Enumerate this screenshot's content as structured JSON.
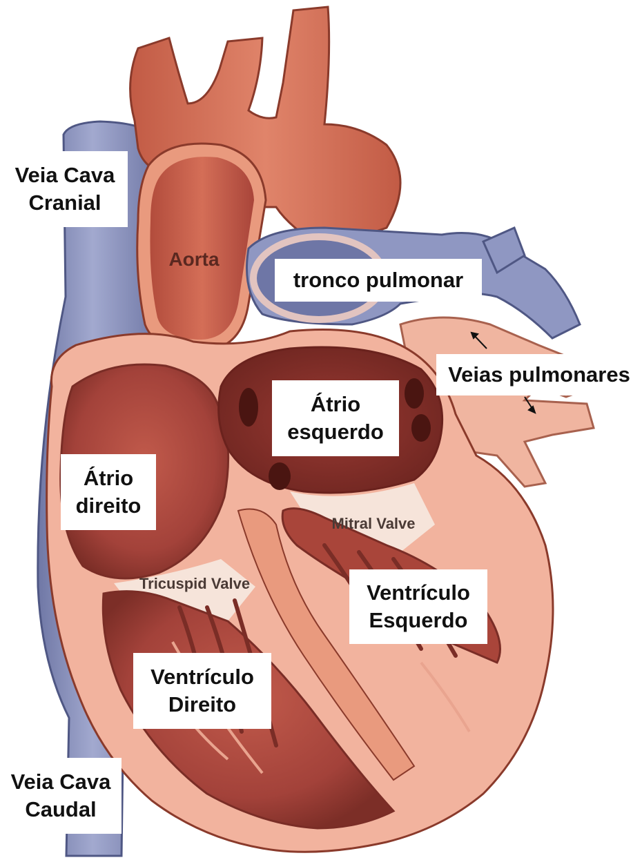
{
  "figure": {
    "subject": "heart cross-section"
  },
  "labels": {
    "vcc": {
      "line1": "Veia Cava",
      "line2": "Cranial"
    },
    "tronco": {
      "line1": "tronco pulmonar"
    },
    "veias_pulm": {
      "line1": "Veias pulmonares"
    },
    "atrio_esq": {
      "line1": "Átrio",
      "line2": "esquerdo"
    },
    "atrio_dir": {
      "line1": "Átrio",
      "line2": "direito"
    },
    "vent_esq": {
      "line1": "Ventrículo",
      "line2": "Esquerdo"
    },
    "vent_dir": {
      "line1": "Ventrículo",
      "line2": "Direito"
    },
    "vcca": {
      "line1": "Veia Cava",
      "line2": "Caudal"
    }
  },
  "embedded_text": {
    "aorta": "Aorta",
    "mitral": "Mitral Valve",
    "tricuspid": "Tricuspid Valve"
  },
  "colors": {
    "artery": "#d9735a",
    "artery_dark": "#b5523e",
    "vein": "#8e96c0",
    "vein_dark": "#5e6694",
    "wall": "#f2b39e",
    "chamber": "#a9453a",
    "chamber_dark": "#6e2620",
    "valve": "#f6e4da"
  }
}
